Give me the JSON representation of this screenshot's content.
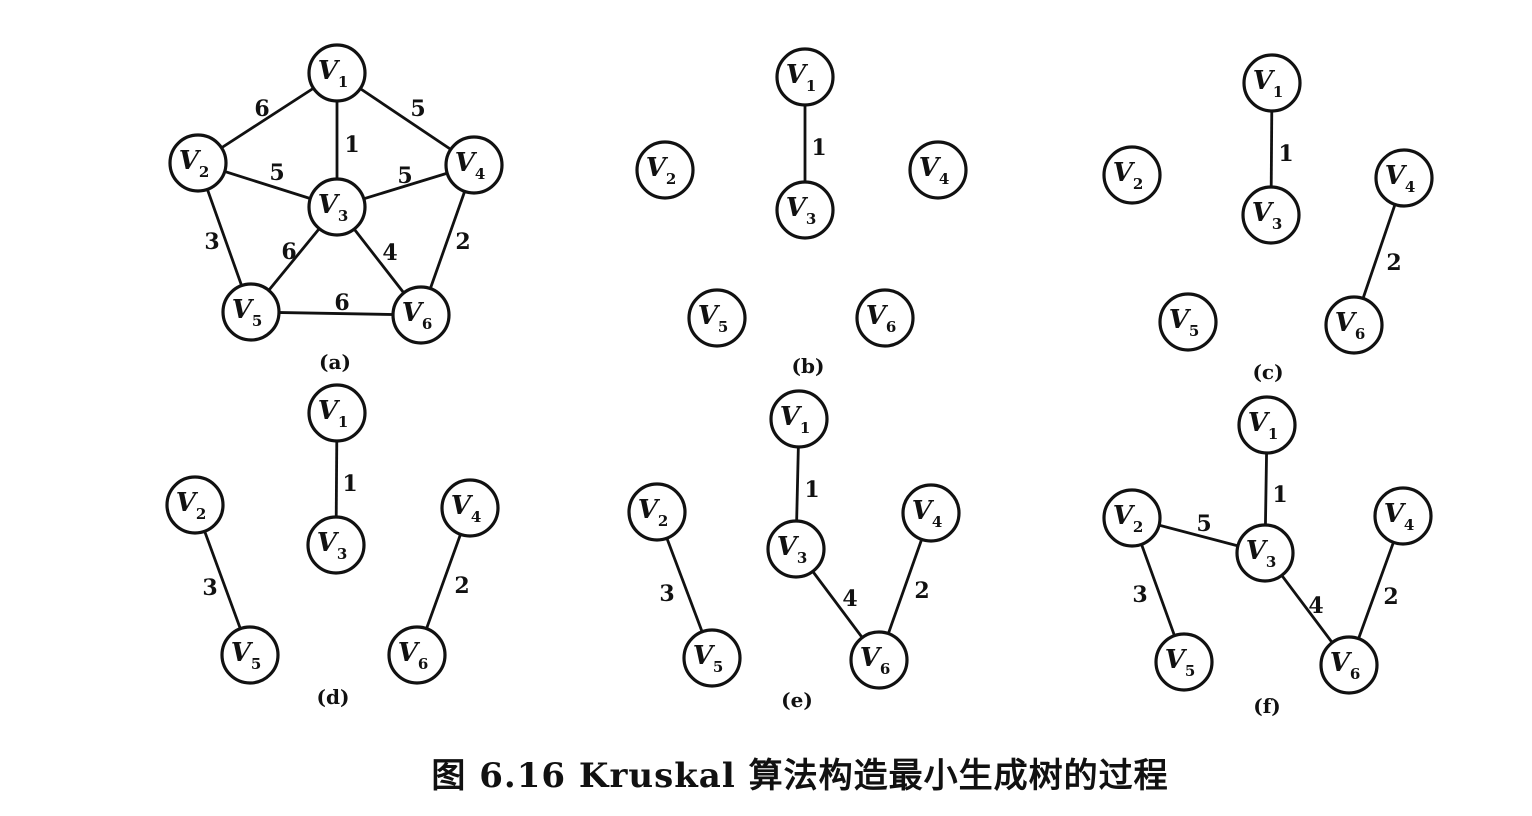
{
  "caption": "图 6.16   Kruskal 算法构造最小生成树的过程",
  "panels": [
    {
      "label": "(a)",
      "nodes": [
        {
          "main": "V",
          "sub": "1"
        },
        {
          "main": "V",
          "sub": "2"
        },
        {
          "main": "V",
          "sub": "3"
        },
        {
          "main": "V",
          "sub": "4"
        },
        {
          "main": "V",
          "sub": "5"
        },
        {
          "main": "V",
          "sub": "6"
        }
      ],
      "edges": [
        {
          "from": 1,
          "to": 2,
          "weight": "6"
        },
        {
          "from": 1,
          "to": 4,
          "weight": "5"
        },
        {
          "from": 1,
          "to": 3,
          "weight": "1"
        },
        {
          "from": 2,
          "to": 3,
          "weight": "5"
        },
        {
          "from": 3,
          "to": 4,
          "weight": "5"
        },
        {
          "from": 2,
          "to": 5,
          "weight": "3"
        },
        {
          "from": 3,
          "to": 5,
          "weight": "6"
        },
        {
          "from": 3,
          "to": 6,
          "weight": "4"
        },
        {
          "from": 4,
          "to": 6,
          "weight": "2"
        },
        {
          "from": 5,
          "to": 6,
          "weight": "6"
        }
      ]
    },
    {
      "label": "(b)",
      "nodes": [
        {
          "main": "V",
          "sub": "1"
        },
        {
          "main": "V",
          "sub": "2"
        },
        {
          "main": "V",
          "sub": "3"
        },
        {
          "main": "V",
          "sub": "4"
        },
        {
          "main": "V",
          "sub": "5"
        },
        {
          "main": "V",
          "sub": "6"
        }
      ],
      "edges": [
        {
          "from": 1,
          "to": 3,
          "weight": "1"
        }
      ]
    },
    {
      "label": "(c)",
      "nodes": [
        {
          "main": "V",
          "sub": "1"
        },
        {
          "main": "V",
          "sub": "2"
        },
        {
          "main": "V",
          "sub": "3"
        },
        {
          "main": "V",
          "sub": "4"
        },
        {
          "main": "V",
          "sub": "5"
        },
        {
          "main": "V",
          "sub": "6"
        }
      ],
      "edges": [
        {
          "from": 1,
          "to": 3,
          "weight": "1"
        },
        {
          "from": 4,
          "to": 6,
          "weight": "2"
        }
      ]
    },
    {
      "label": "(d)",
      "nodes": [
        {
          "main": "V",
          "sub": "1"
        },
        {
          "main": "V",
          "sub": "2"
        },
        {
          "main": "V",
          "sub": "3"
        },
        {
          "main": "V",
          "sub": "4"
        },
        {
          "main": "V",
          "sub": "5"
        },
        {
          "main": "V",
          "sub": "6"
        }
      ],
      "edges": [
        {
          "from": 1,
          "to": 3,
          "weight": "1"
        },
        {
          "from": 2,
          "to": 5,
          "weight": "3"
        },
        {
          "from": 4,
          "to": 6,
          "weight": "2"
        }
      ]
    },
    {
      "label": "(e)",
      "nodes": [
        {
          "main": "V",
          "sub": "1"
        },
        {
          "main": "V",
          "sub": "2"
        },
        {
          "main": "V",
          "sub": "3"
        },
        {
          "main": "V",
          "sub": "4"
        },
        {
          "main": "V",
          "sub": "5"
        },
        {
          "main": "V",
          "sub": "6"
        }
      ],
      "edges": [
        {
          "from": 1,
          "to": 3,
          "weight": "1"
        },
        {
          "from": 2,
          "to": 5,
          "weight": "3"
        },
        {
          "from": 3,
          "to": 6,
          "weight": "4"
        },
        {
          "from": 4,
          "to": 6,
          "weight": "2"
        }
      ]
    },
    {
      "label": "(f)",
      "nodes": [
        {
          "main": "V",
          "sub": "1"
        },
        {
          "main": "V",
          "sub": "2"
        },
        {
          "main": "V",
          "sub": "3"
        },
        {
          "main": "V",
          "sub": "4"
        },
        {
          "main": "V",
          "sub": "5"
        },
        {
          "main": "V",
          "sub": "6"
        }
      ],
      "edges": [
        {
          "from": 1,
          "to": 3,
          "weight": "1"
        },
        {
          "from": 2,
          "to": 3,
          "weight": "5"
        },
        {
          "from": 2,
          "to": 5,
          "weight": "3"
        },
        {
          "from": 3,
          "to": 6,
          "weight": "4"
        },
        {
          "from": 4,
          "to": 6,
          "weight": "2"
        }
      ]
    }
  ]
}
